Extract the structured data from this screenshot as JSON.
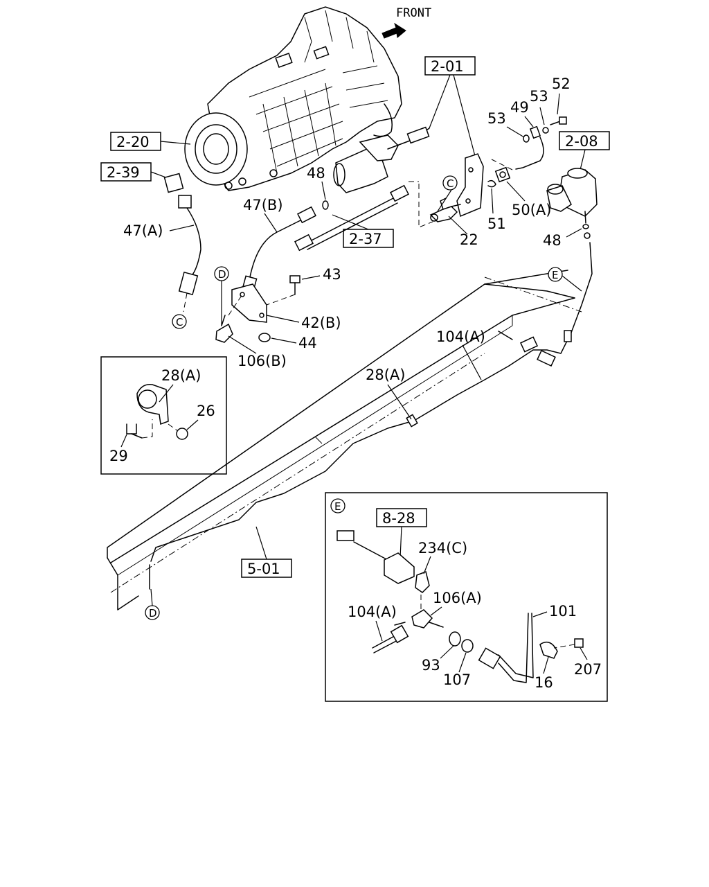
{
  "front_label": "FRONT",
  "reference_boxes": {
    "r_2_01": "2-01",
    "r_2_20": "2-20",
    "r_2_39": "2-39",
    "r_2_08": "2-08",
    "r_2_37": "2-37",
    "r_5_01": "5-01",
    "r_8_28": "8-28"
  },
  "part_labels": {
    "p52": "52",
    "p53a": "53",
    "p53b": "53",
    "p49": "49",
    "p48a": "48",
    "p48b": "48",
    "p47b": "47(B)",
    "p47a": "47(A)",
    "p51": "51",
    "p50a": "50(A)",
    "p22": "22",
    "p43": "43",
    "p42b": "42(B)",
    "p44": "44",
    "p106b": "106(B)",
    "p104a_main": "104(A)",
    "p28a_main": "28(A)",
    "p28a_inset": "28(A)",
    "p26": "26",
    "p29": "29",
    "p234c": "234(C)",
    "p106a": "106(A)",
    "p104a_inset": "104(A)",
    "p101": "101",
    "p93": "93",
    "p107": "107",
    "p16": "16",
    "p207": "207"
  },
  "connection_markers": {
    "c_top": "C",
    "c_bottom": "C",
    "d_top": "D",
    "d_bottom": "D",
    "e_main": "E",
    "e_inset": "E"
  }
}
